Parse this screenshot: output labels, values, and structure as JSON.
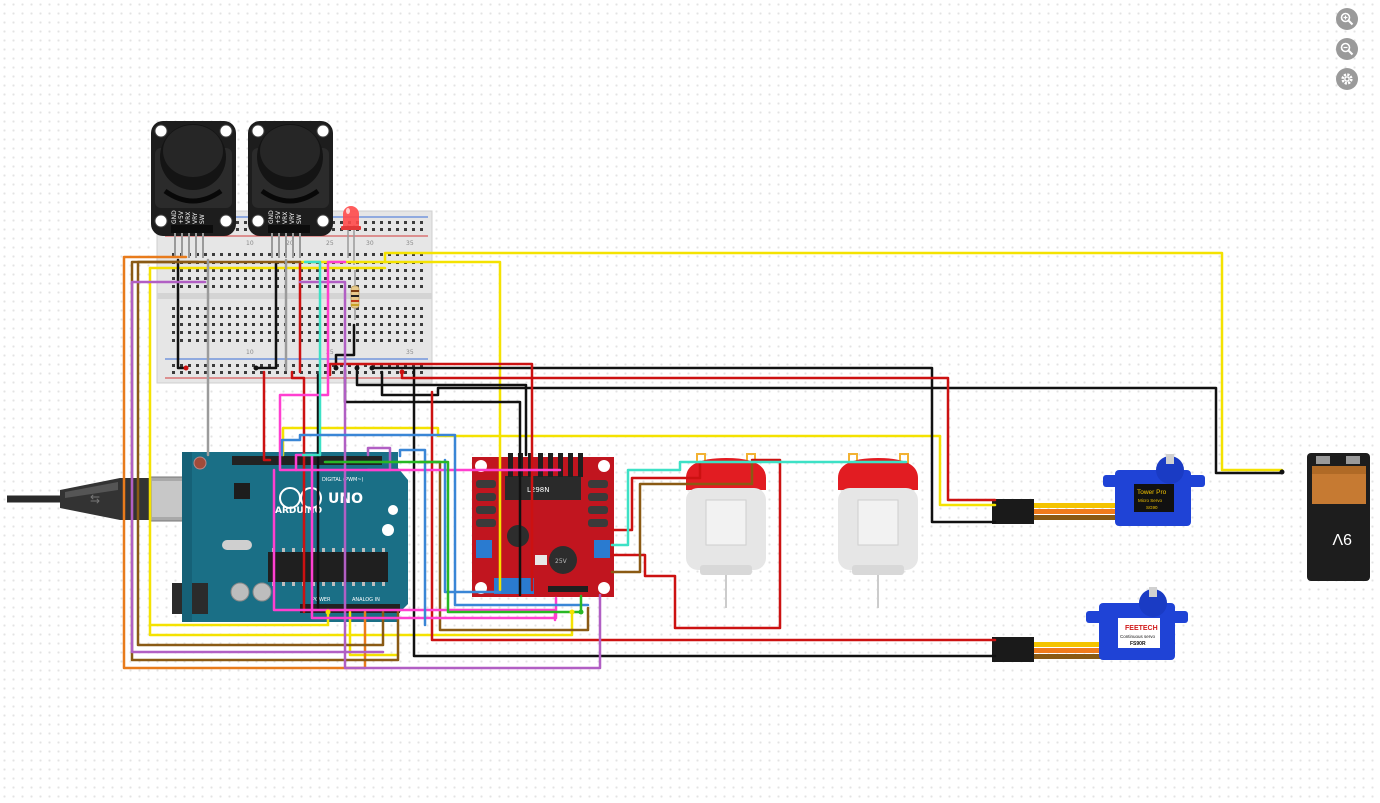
{
  "toolbar": {
    "buttons": [
      {
        "name": "zoom-in-button",
        "icon": "zoom-in-icon"
      },
      {
        "name": "zoom-out-button",
        "icon": "zoom-out-icon"
      },
      {
        "name": "settings-button",
        "icon": "gear-icon"
      }
    ]
  },
  "joystick_pins": [
    "GND",
    "+5V",
    "VRX",
    "VRY",
    "SW"
  ],
  "arduino": {
    "brand": "ARDUINO",
    "model": "UNO",
    "digital_label": "DIGITAL (PWM~)",
    "power_label": "POWER",
    "analog_label": "ANALOG IN"
  },
  "driver": {
    "chip": "L298N"
  },
  "servo1": {
    "brand": "Tower Pro",
    "model": "Micro Servo",
    "part": "SG90"
  },
  "servo2": {
    "brand": "FEETECH",
    "caption": "Continuous servo",
    "part": "FS90R"
  },
  "battery": {
    "label": "9V"
  },
  "colors": {
    "wire_black": "#111111",
    "wire_red": "#cc1111",
    "wire_yellow": "#f4e200",
    "wire_orange": "#e87b1c",
    "wire_brown": "#8a5a14",
    "wire_purple": "#b15fc4",
    "wire_pink": "#ff3fd0",
    "wire_cyan": "#3de1c6",
    "wire_blue": "#3a86d6",
    "wire_green": "#28b824",
    "wire_gray": "#9b9b9b",
    "arduino_board": "#1a6f86",
    "driver_board": "#c1151f",
    "servo_body": "#1f43d6",
    "motor_cap": "#e21c22"
  }
}
